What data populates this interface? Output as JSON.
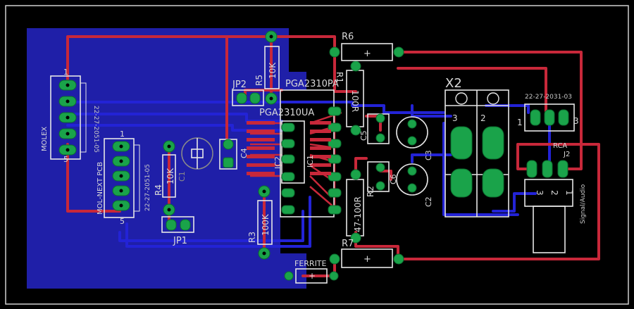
{
  "board": {
    "outline_color": "#cfcfcf",
    "pour_color": "#1f1fa8",
    "top_trace_color": "#c8283a",
    "bottom_trace_color": "#2323d6",
    "pad_color": "#1aa34a"
  },
  "labels": {
    "r6": "R6",
    "r5": "R5",
    "r5_value": "10K",
    "jp2": "JP2",
    "ic_top": "PGA2310PA",
    "ic_bottom": "PGA2310UA",
    "ic_ref1": "IC1",
    "ic_ref2": "IC2",
    "r1": "R1",
    "r1_value": "100R",
    "c5": "C5",
    "c4": "C4",
    "c1": "C1",
    "c3": "C3",
    "c6": "C6",
    "c2": "C2",
    "r2": "R2",
    "r2_value": "47-100R",
    "x2": "X2",
    "rca_part": "22-27-2031-03",
    "rca": "RCA",
    "j2": "J2",
    "signal_audio": "Signal/Audio",
    "molex_part": "22-27-2051-05",
    "molex": "MOLEX",
    "molex_next": "MOL-NEXT PCB",
    "molex_next_part": "22-27-2051-05",
    "r4": "R4",
    "r4_value": "10K",
    "jp1": "JP1",
    "r3": "R3",
    "r3_value": "100K",
    "r7": "R7",
    "ferrite": "FERRITE",
    "pin1": "1",
    "pin2": "2",
    "pin3": "3",
    "pin5": "5",
    "plus": "+"
  }
}
